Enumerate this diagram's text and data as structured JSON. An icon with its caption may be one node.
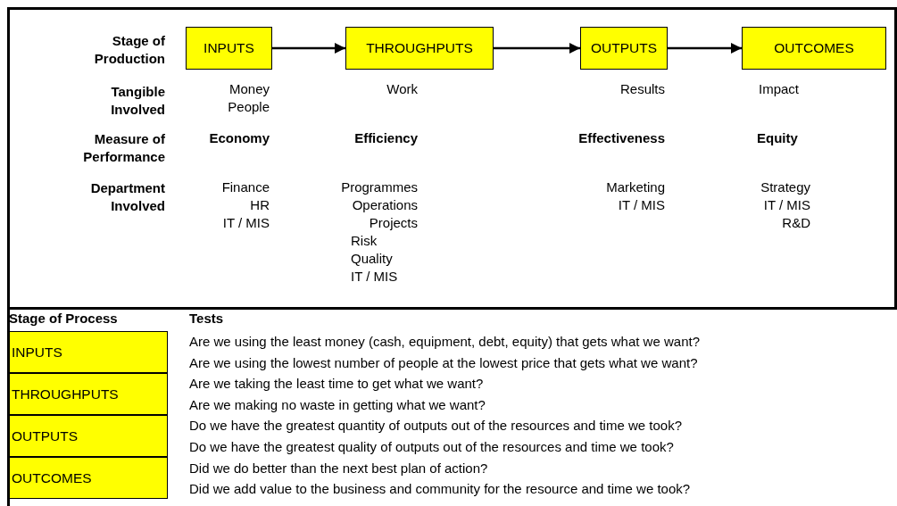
{
  "diagram": {
    "nodes": [
      {
        "text": [
          "INPUTS"
        ]
      },
      {
        "text": [
          "THROUGHPUTS"
        ]
      },
      {
        "text": [
          "OUTPUTS"
        ]
      },
      {
        "text": [
          "OUTCOMES"
        ]
      },
      {
        "text": [
          "INPUTS"
        ]
      },
      {
        "text": [
          "THROUGHPUTS"
        ]
      },
      {
        "text": [
          "OUTPUTS"
        ]
      },
      {
        "text": [
          "OUTCOMES"
        ]
      }
    ],
    "edges": [
      {
        "from": 0,
        "to": 1,
        "arrow": "to"
      },
      {
        "from": 1,
        "to": 2,
        "arrow": "to"
      },
      {
        "from": 2,
        "to": 3,
        "arrow": "to"
      }
    ],
    "labels": [
      "Stage of Production",
      "Tangible Involved",
      "Money",
      "People",
      "Work",
      "Results",
      "Impact",
      "Measure of Performance",
      "Economy",
      "Efficiency",
      "Effectiveness",
      "Equity",
      "Department Involved",
      "Finance",
      "HR",
      "IT / MIS",
      "Programmes",
      "Operations",
      "Projects",
      "Risk",
      "Quality",
      "IT / MIS",
      "Marketing",
      "IT / MIS",
      "Strategy",
      "IT / MIS",
      "R&D",
      "Stage of Process",
      "Tests",
      "Are we using the least money (cash, equipment, debt, equity) that gets what we want?",
      "Are we using the lowest number of people at the lowest price that gets what we want?",
      "Are we taking the least time to get what we want?",
      "Are we making no waste in getting what we want?",
      "Do we have the greatest quantity of outputs out of the resources and time we took?",
      "Do we have the greatest quality of outputs out of the resources and time we took?",
      "Did we do better than the next best plan of action?",
      "Did we add value to the business and community for the resource and time we took?"
    ]
  }
}
